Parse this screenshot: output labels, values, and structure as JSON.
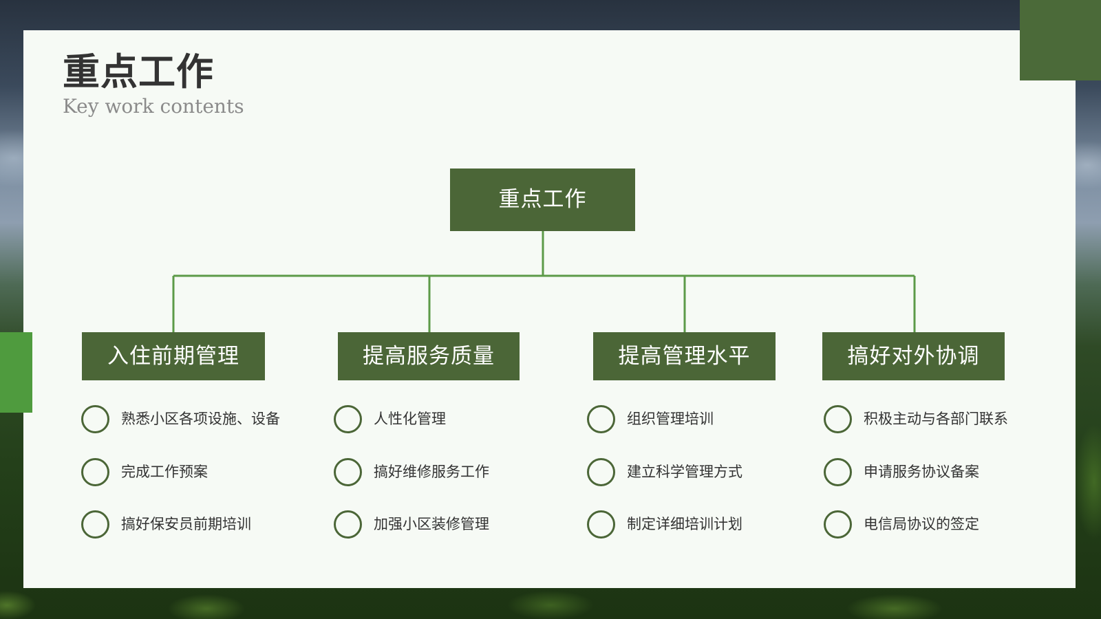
{
  "slide": {
    "title": "重点工作",
    "subtitle": "Key work contents"
  },
  "colors": {
    "box_fill": "#4b6637",
    "connector": "#5c9a48",
    "corner_block": "#4b6a39",
    "side_block": "#4f9b3e",
    "card_background": "#f6faf5",
    "text": "#333333"
  },
  "tree": {
    "root": "重点工作",
    "branches": [
      {
        "label": "入住前期管理",
        "items": [
          "熟悉小区各项设施、设备",
          "完成工作预案",
          "搞好保安员前期培训"
        ]
      },
      {
        "label": "提高服务质量",
        "items": [
          "人性化管理",
          "搞好维修服务工作",
          "加强小区装修管理"
        ]
      },
      {
        "label": "提高管理水平",
        "items": [
          "组织管理培训",
          "建立科学管理方式",
          "制定详细培训计划"
        ]
      },
      {
        "label": "搞好对外协调",
        "items": [
          "积极主动与各部门联系",
          "申请服务协议备案",
          "电信局协议的签定"
        ]
      }
    ]
  }
}
